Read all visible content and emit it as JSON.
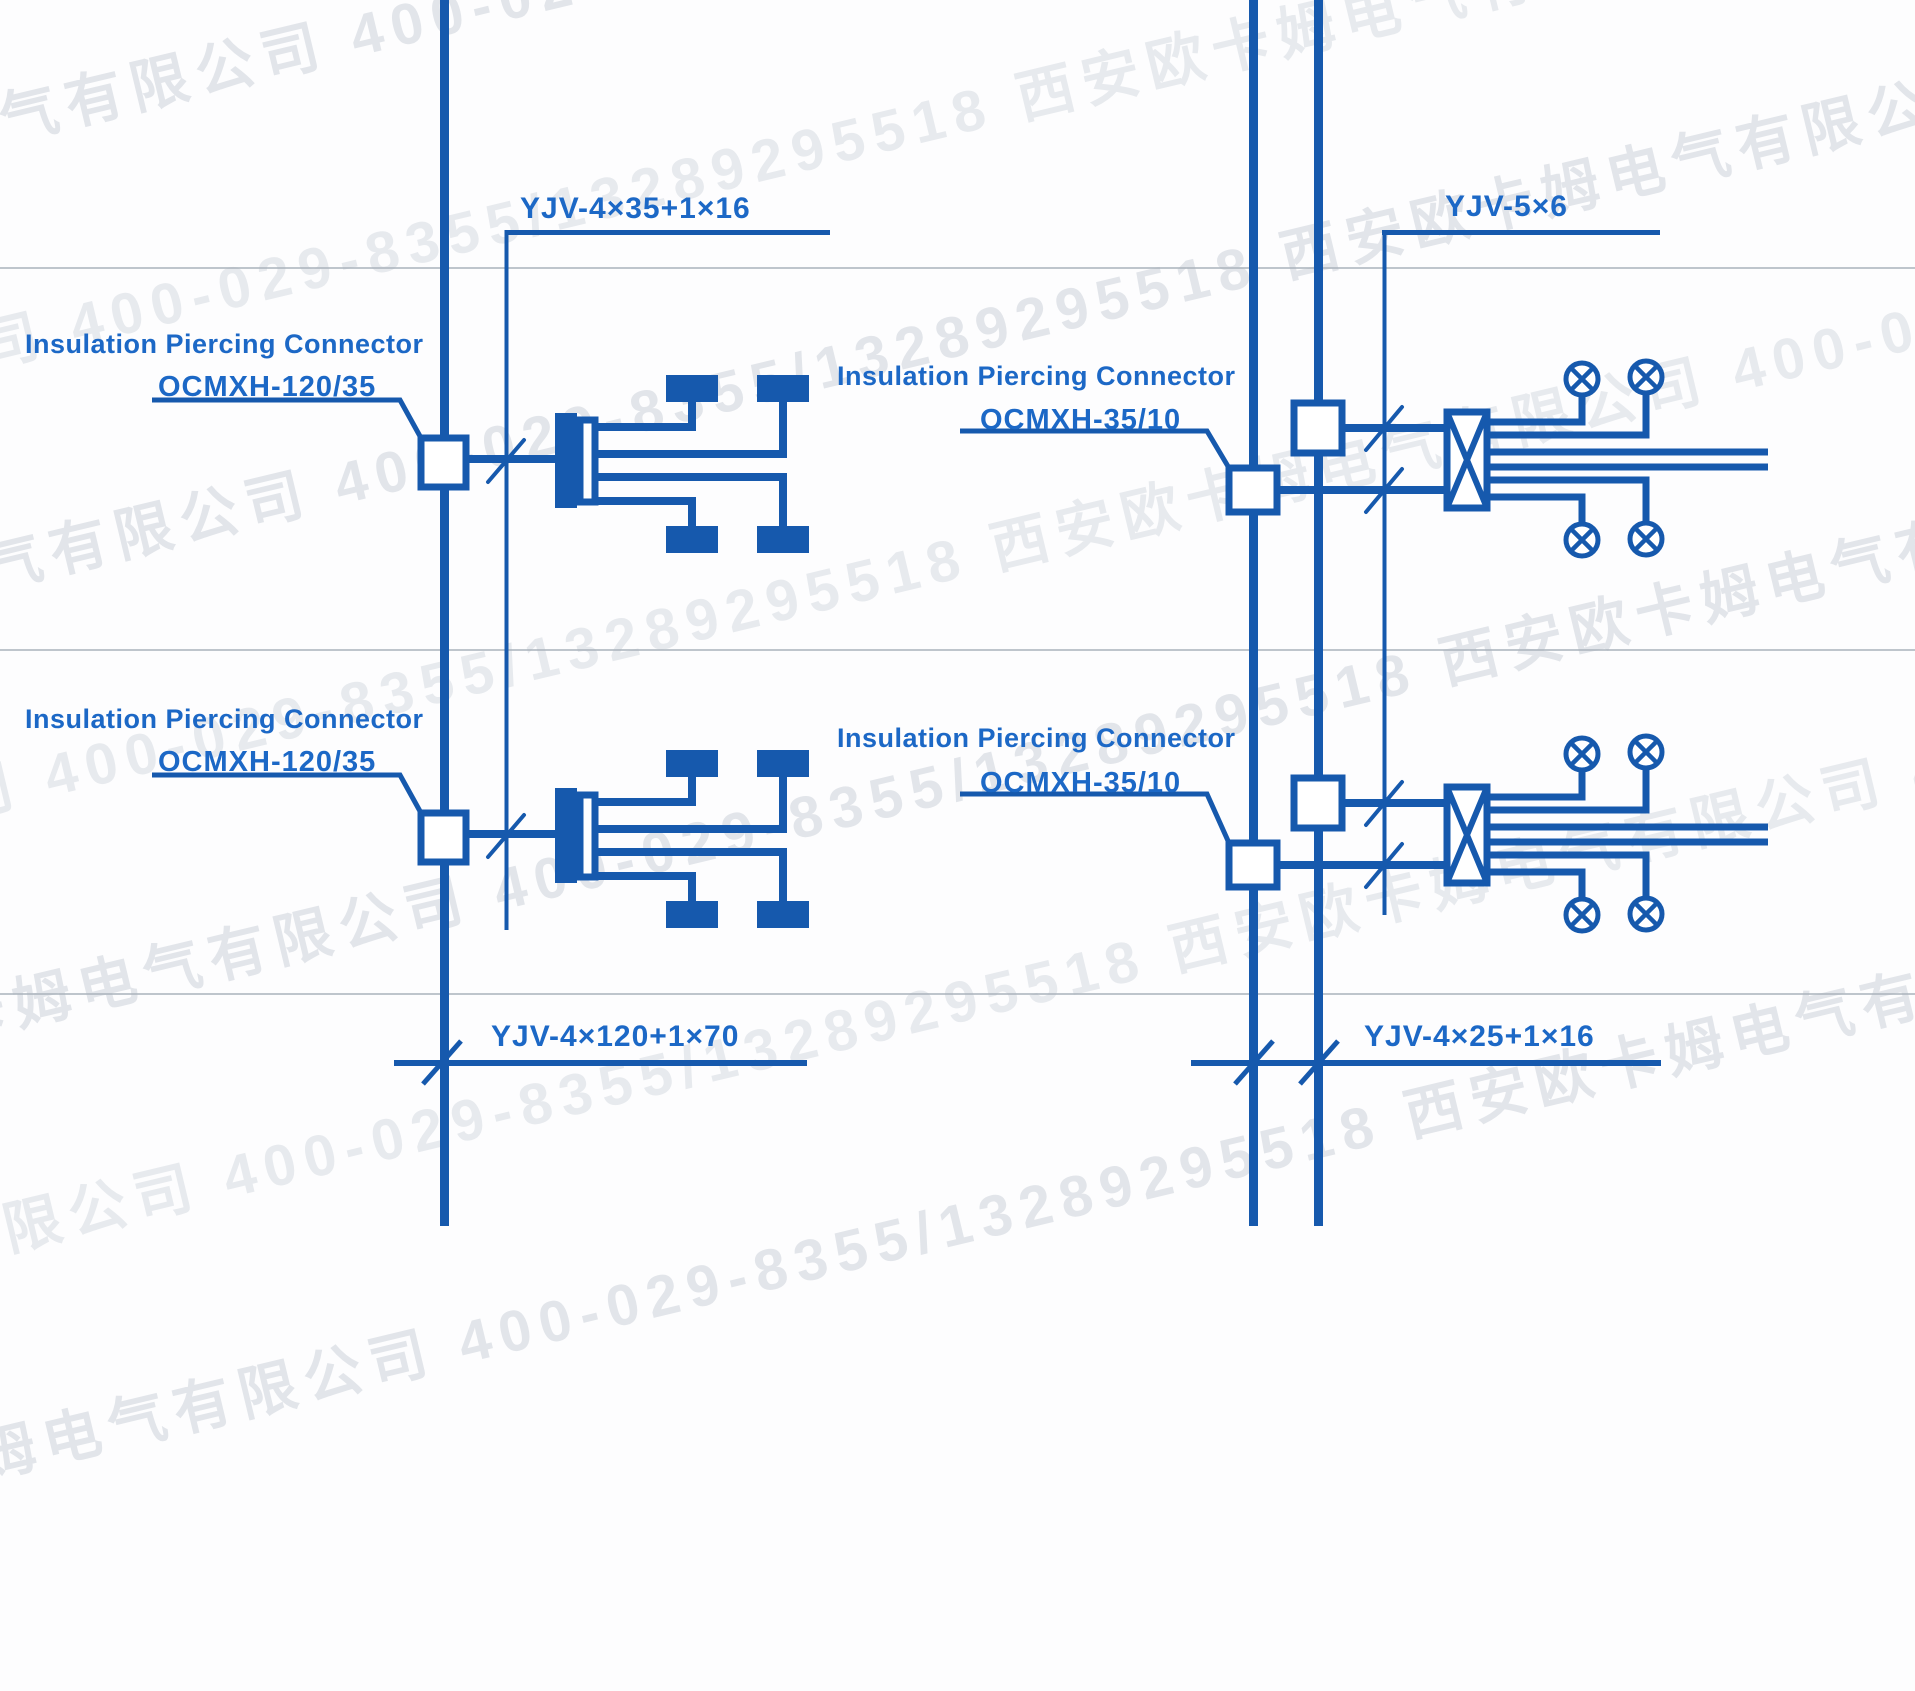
{
  "colors": {
    "line_blue": "#1659ad",
    "text_blue": "#1c68c6",
    "grid_gray": "#aab3bc",
    "background": "#fdfdfe"
  },
  "watermark": {
    "company": "西安欧卡姆电气有限公司",
    "phone": "400-029-8355/13289295518",
    "row": "西安欧卡姆电气有限公司  400-029-8355/13289295518  西安欧卡姆电气有限公司  400-029-8355/13289295518"
  },
  "callouts": {
    "title": "Insulation Piercing Connector",
    "model_large": "OCMXH-120/35",
    "model_small": "OCMXH-35/10"
  },
  "cables": {
    "top_left": "YJV-4×35+1×16",
    "top_right": "YJV-5×6",
    "bottom_left": "YJV-4×120+1×70",
    "bottom_right": "YJV-4×25+1×16"
  }
}
